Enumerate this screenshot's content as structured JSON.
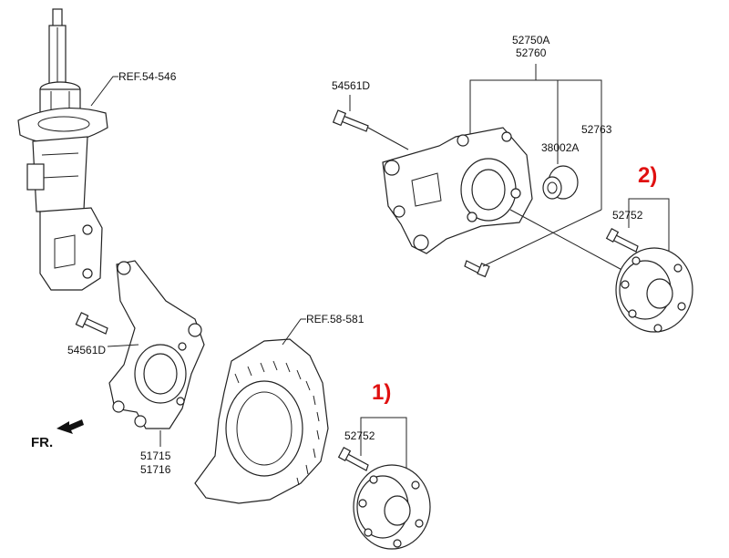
{
  "colors": {
    "callout_red": "#e01010",
    "line": "#222222",
    "background": "#ffffff"
  },
  "labels": {
    "ref_54_546": "REF.54-546",
    "ref_58_581": "REF.58-581",
    "p52750a": "52750A",
    "p52760": "52760",
    "p54561d_top": "54561D",
    "p52763": "52763",
    "p38002a": "38002A",
    "p52752_rear": "52752",
    "p54561d_front": "54561D",
    "p51715": "51715",
    "p51716": "51716",
    "p52752_front": "52752",
    "fr": "FR."
  },
  "callouts": {
    "one": "1)",
    "two": "2)"
  },
  "icons": [
    "strut-assembly",
    "front-knuckle",
    "dust-shield",
    "front-hub-bearing",
    "rear-carrier",
    "bushing",
    "rear-hub-bearing",
    "bolt",
    "arrow-icon"
  ]
}
